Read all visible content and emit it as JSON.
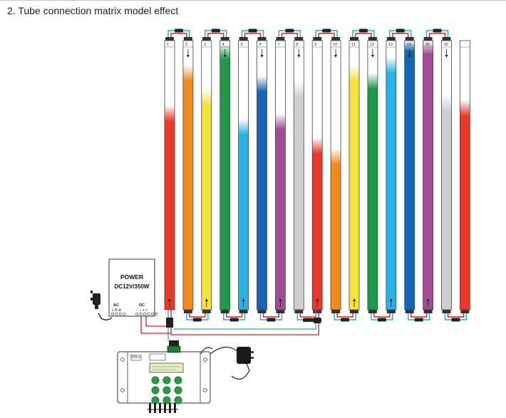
{
  "caption": "2. Tube connection matrix model effect",
  "tubes": [
    {
      "number": "1",
      "color": "#e8392a",
      "fill_fraction": 0.7
    },
    {
      "number": "2",
      "color": "#f08a1c",
      "fill_fraction": 0.85
    },
    {
      "number": "3",
      "color": "#f5e23a",
      "fill_fraction": 0.76
    },
    {
      "number": "4",
      "color": "#1f9a4b",
      "fill_fraction": 0.93
    },
    {
      "number": "5",
      "color": "#29b2e6",
      "fill_fraction": 0.65
    },
    {
      "number": "6",
      "color": "#1565b5",
      "fill_fraction": 0.81
    },
    {
      "number": "7",
      "color": "#a04c96",
      "fill_fraction": 0.67
    },
    {
      "number": "8",
      "color": "#cfcfcf",
      "fill_fraction": 0.79
    },
    {
      "number": "9",
      "color": "#e8392a",
      "fill_fraction": 0.58
    },
    {
      "number": "10",
      "color": "#f08a1c",
      "fill_fraction": 0.54
    },
    {
      "number": "11",
      "color": "#f5e23a",
      "fill_fraction": 0.85
    },
    {
      "number": "12",
      "color": "#1f9a4b",
      "fill_fraction": 0.82
    },
    {
      "number": "13",
      "color": "#29b2e6",
      "fill_fraction": 0.88
    },
    {
      "number": "14",
      "color": "#1565b5",
      "fill_fraction": 0.96
    },
    {
      "number": "15",
      "color": "#a04c96",
      "fill_fraction": 0.95
    },
    {
      "number": "16",
      "color": "#cfcfcf",
      "fill_fraction": 0.74
    },
    {
      "number": "",
      "color": "#e8392a",
      "fill_fraction": 0.72
    }
  ],
  "power_supply": {
    "title": "POWER",
    "rating": "DC12V/350W",
    "ac_label": "AC",
    "ac_terminals": "L N ⊕",
    "dc_label": "DC",
    "dc_terminals": "− − + +"
  },
  "controller": {
    "dmx_label": "DMX IN",
    "button_count": 9
  },
  "colors": {
    "data_wire": "#2aa6d8",
    "power_wire": "#e02020",
    "outline": "#333333"
  }
}
